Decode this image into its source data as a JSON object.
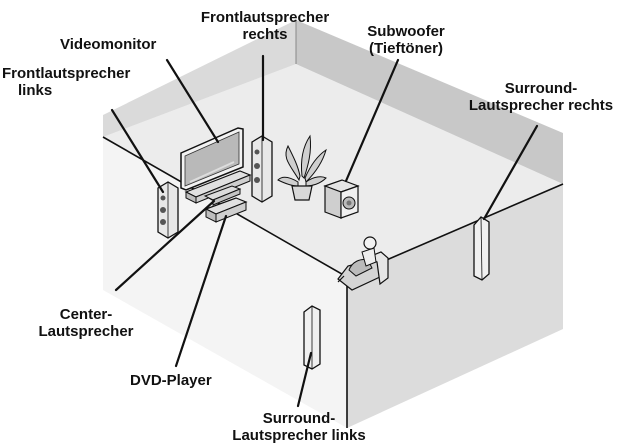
{
  "labels": {
    "front_left": {
      "line1": "Frontlautsprecher",
      "line2": "links"
    },
    "video_monitor": {
      "line1": "Videomonitor"
    },
    "front_right": {
      "line1": "Frontlautsprecher",
      "line2": "rechts"
    },
    "subwoofer": {
      "line1": "Subwoofer",
      "line2": "(Tieftöner)"
    },
    "surround_right": {
      "line1": "Surround-",
      "line2": "Lautsprecher rechts"
    },
    "center": {
      "line1": "Center-",
      "line2": "Lautsprecher"
    },
    "dvd_player": {
      "line1": "DVD-Player"
    },
    "surround_left": {
      "line1": "Surround-",
      "line2": "Lautsprecher links"
    }
  },
  "colors": {
    "wall_back": "#c9c9c9",
    "wall_left": "#dcdcdc",
    "floor": "#ebebeb",
    "outline": "#111111",
    "speaker": "#e6e6e6",
    "screen": "#bdbdbd"
  }
}
